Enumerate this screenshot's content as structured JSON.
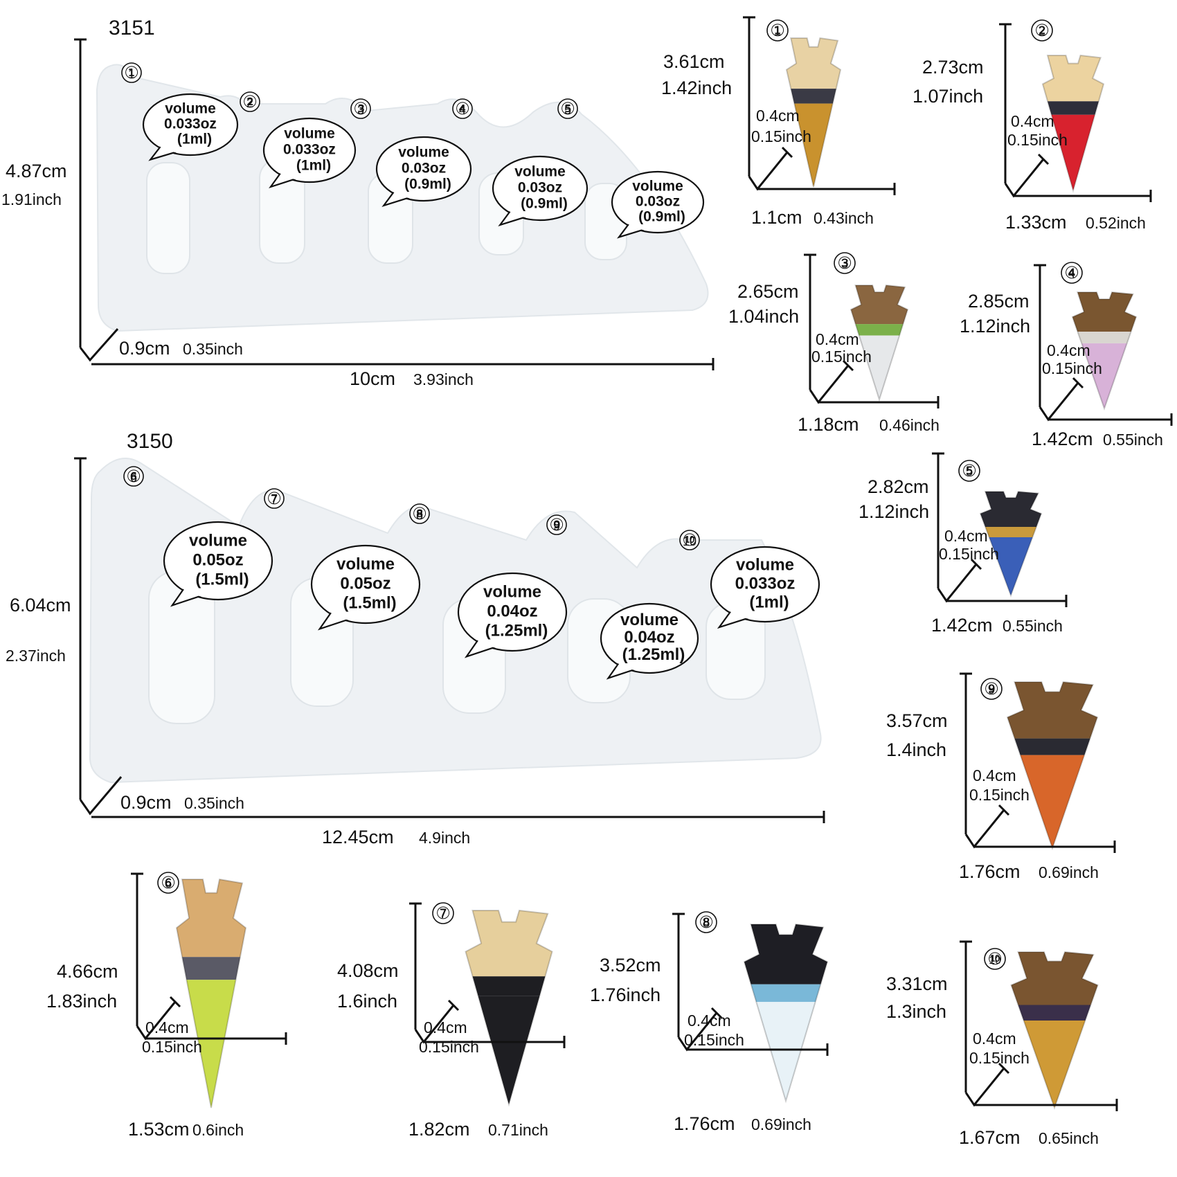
{
  "molds": [
    {
      "model": "3151",
      "height_cm": "4.87cm",
      "height_inch": "1.91inch",
      "depth_cm": "0.9cm",
      "depth_inch": "0.35inch",
      "width_cm": "10cm",
      "width_inch": "3.93inch",
      "cavities": [
        {
          "num": "①",
          "label": "volume",
          "oz": "0.033oz",
          "ml": "(1ml)"
        },
        {
          "num": "②",
          "label": "volume",
          "oz": "0.033oz",
          "ml": "(1ml)"
        },
        {
          "num": "③",
          "label": "volume",
          "oz": "0.03oz",
          "ml": "(0.9ml)"
        },
        {
          "num": "④",
          "label": "volume",
          "oz": "0.03oz",
          "ml": "(0.9ml)"
        },
        {
          "num": "⑤",
          "label": "volume",
          "oz": "0.03oz",
          "ml": "(0.9ml)"
        }
      ]
    },
    {
      "model": "3150",
      "height_cm": "6.04cm",
      "height_inch": "2.37inch",
      "depth_cm": "0.9cm",
      "depth_inch": "0.35inch",
      "width_cm": "12.45cm",
      "width_inch": "4.9inch",
      "cavities": [
        {
          "num": "⑥",
          "label": "volume",
          "oz": "0.05oz",
          "ml": "(1.5ml)"
        },
        {
          "num": "⑦",
          "label": "volume",
          "oz": "0.05oz",
          "ml": "(1.5ml)"
        },
        {
          "num": "⑧",
          "label": "volume",
          "oz": "0.04oz",
          "ml": "(1.25ml)"
        },
        {
          "num": "⑨",
          "label": "volume",
          "oz": "0.04oz",
          "ml": "(1.25ml)"
        },
        {
          "num": "⑩",
          "label": "volume",
          "oz": "0.033oz",
          "ml": "(1ml)"
        }
      ]
    }
  ],
  "pieces": [
    {
      "num": "①",
      "h_cm": "3.61cm",
      "h_inch": "1.42inch",
      "d_cm": "0.4cm",
      "d_inch": "0.15inch",
      "w_cm": "1.1cm",
      "w_inch": "0.43inch",
      "top_color": "#e8d2a4",
      "band_color": "#3a3a45",
      "body_color": "#c9922e"
    },
    {
      "num": "②",
      "h_cm": "2.73cm",
      "h_inch": "1.07inch",
      "d_cm": "0.4cm",
      "d_inch": "0.15inch",
      "w_cm": "1.33cm",
      "w_inch": "0.52inch",
      "top_color": "#ecd3a0",
      "band_color": "#2e2e3a",
      "body_color": "#d8222e"
    },
    {
      "num": "③",
      "h_cm": "2.65cm",
      "h_inch": "1.04inch",
      "d_cm": "0.4cm",
      "d_inch": "0.15inch",
      "w_cm": "1.18cm",
      "w_inch": "0.46inch",
      "top_color": "#8a6640",
      "band_color": "#7bb04a",
      "body_color": "#e6e8ea"
    },
    {
      "num": "④",
      "h_cm": "2.85cm",
      "h_inch": "1.12inch",
      "d_cm": "0.4cm",
      "d_inch": "0.15inch",
      "w_cm": "1.42cm",
      "w_inch": "0.55inch",
      "top_color": "#7a5630",
      "band_color": "#d9d6d0",
      "body_color": "#d8b2d8"
    },
    {
      "num": "⑤",
      "h_cm": "2.82cm",
      "h_inch": "1.12inch",
      "d_cm": "0.4cm",
      "d_inch": "0.15inch",
      "w_cm": "1.42cm",
      "w_inch": "0.55inch",
      "top_color": "#2a2a32",
      "band_color": "#c99a3c",
      "body_color": "#3a5fb8"
    },
    {
      "num": "⑨",
      "h_cm": "3.57cm",
      "h_inch": "1.4inch",
      "d_cm": "0.4cm",
      "d_inch": "0.15inch",
      "w_cm": "1.76cm",
      "w_inch": "0.69inch",
      "top_color": "#7a5530",
      "band_color": "#2a2a32",
      "body_color": "#d8662a"
    },
    {
      "num": "⑩",
      "h_cm": "3.31cm",
      "h_inch": "1.3inch",
      "d_cm": "0.4cm",
      "d_inch": "0.15inch",
      "w_cm": "1.67cm",
      "w_inch": "0.65inch",
      "top_color": "#7a5530",
      "band_color": "#3a2f4a",
      "body_color": "#cf9a36"
    },
    {
      "num": "⑥",
      "h_cm": "4.66cm",
      "h_inch": "1.83inch",
      "d_cm": "0.4cm",
      "d_inch": "0.15inch",
      "w_cm": "1.53cm",
      "w_inch": "0.6inch",
      "top_color": "#d9ac70",
      "band_color": "#5a5a66",
      "body_color": "#c8dc4a"
    },
    {
      "num": "⑦",
      "h_cm": "4.08cm",
      "h_inch": "1.6inch",
      "d_cm": "0.4cm",
      "d_inch": "0.15inch",
      "w_cm": "1.82cm",
      "w_inch": "0.71inch",
      "top_color": "#e6cf9c",
      "band_color": "#1e1e22",
      "body_color": "#1e1e22"
    },
    {
      "num": "⑧",
      "h_cm": "3.52cm",
      "h_inch": "1.76inch",
      "d_cm": "0.4cm",
      "d_inch": "0.15inch",
      "w_cm": "1.76cm",
      "w_inch": "0.69inch",
      "top_color": "#1e1e24",
      "band_color": "#7ab8d8",
      "body_color": "#e8f2f7"
    }
  ]
}
